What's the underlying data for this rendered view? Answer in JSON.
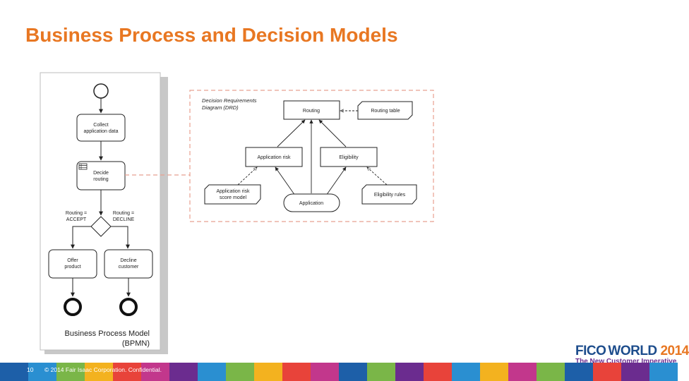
{
  "slide": {
    "title": "Business Process and Decision Models",
    "page_number": "10",
    "copyright": "© 2014 Fair Isaac Corporation. Confidential."
  },
  "logo": {
    "fico": "FICO",
    "world": "WORLD",
    "year": "2014",
    "tagline": "The New Customer Imperative"
  },
  "bpmn": {
    "collect_task": [
      "Collect",
      "application data"
    ],
    "decide_task": [
      "Decide",
      "routing"
    ],
    "accept_label": [
      "Routing =",
      "ACCEPT"
    ],
    "decline_label": [
      "Routing =",
      "DECLINE"
    ],
    "offer_task": [
      "Offer",
      "product"
    ],
    "decline_task": [
      "Decline",
      "customer"
    ],
    "caption": [
      "Business Process Model",
      "(BPMN)"
    ]
  },
  "drd": {
    "caption": [
      "Decision Requirements",
      "Diagram (DRD)"
    ],
    "routing": "Routing",
    "routing_table": "Routing table",
    "application_risk": "Application risk",
    "eligibility": "Eligibility",
    "risk_score_model": [
      "Application risk",
      "score model"
    ],
    "application": "Application",
    "eligibility_rules": "Eligibility rules"
  },
  "colors": {
    "title": "#e87722",
    "connector_dash": "#e8a090",
    "footer_band": [
      "#1d5fa8",
      "#2a8fd1",
      "#7ab648",
      "#f3b21f",
      "#e8433a",
      "#c2378c",
      "#6b2c8f",
      "#2a8fd1",
      "#7ab648",
      "#f3b21f",
      "#e8433a",
      "#c2378c",
      "#1d5fa8",
      "#7ab648",
      "#6b2c8f",
      "#e8433a",
      "#2a8fd1",
      "#f3b21f",
      "#c2378c",
      "#7ab648",
      "#1d5fa8",
      "#e8433a",
      "#6b2c8f",
      "#2a8fd1"
    ]
  }
}
